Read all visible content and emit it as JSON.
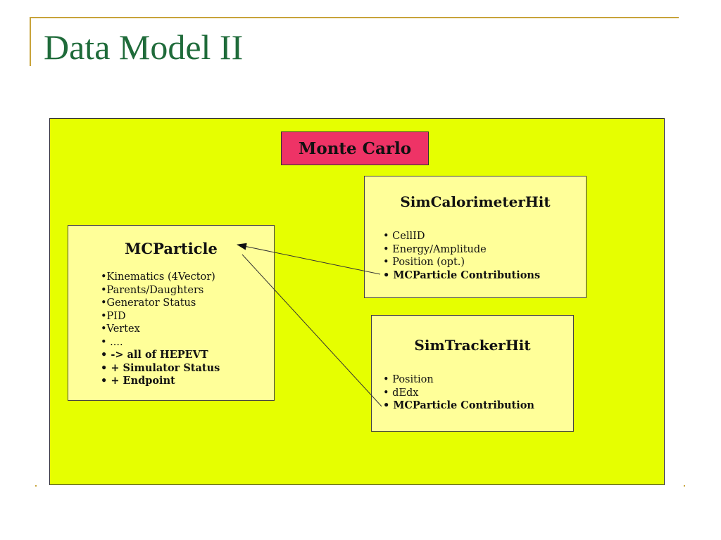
{
  "slide": {
    "title": "Data Model II"
  },
  "diagram": {
    "container_label": "Monte Carlo",
    "mcparticle": {
      "title": "MCParticle",
      "items": [
        "•Kinematics (4Vector)",
        "•Parents/Daughters",
        "•Generator Status",
        "•PID",
        "•Vertex",
        "• ....",
        "• -> all of HEPEVT",
        "• + Simulator Status",
        "• + Endpoint"
      ]
    },
    "simcalorimeterhit": {
      "title": "SimCalorimeterHit",
      "items": [
        "• CellID",
        "• Energy/Amplitude",
        "• Position (opt.)",
        "• MCParticle Contributions"
      ]
    },
    "simtrackerhit": {
      "title": "SimTrackerHit",
      "items": [
        "• Position",
        "• dEdx",
        "• MCParticle Contribution"
      ]
    }
  },
  "colors": {
    "panel_background": "#e6ff00",
    "label_background": "#ee3366",
    "box_background": "#ffff99",
    "title_color": "#1f6b3a",
    "rule_color": "#c8a33a"
  }
}
